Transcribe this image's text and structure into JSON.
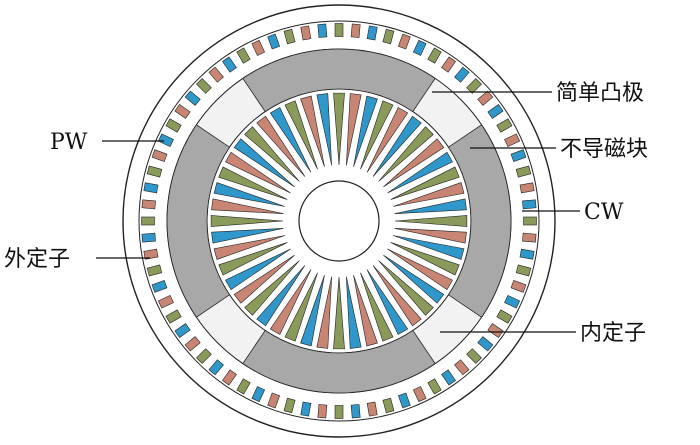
{
  "labels": {
    "simple_pole": "简单凸极",
    "non_magnetic_block": "不导磁块",
    "cw": "CW",
    "inner_stator": "内定子",
    "pw": "PW",
    "outer_stator": "外定子"
  },
  "colors": {
    "pw_coil": "#8a9a5b",
    "cw_coil": "#c98573",
    "blue_coil": "#2f97c9",
    "rotor_iron": "#a8a8a8",
    "non_magnetic": "#f2f2f2",
    "outline": "#222222",
    "background": "#ffffff"
  },
  "structure": {
    "outer_slots": 72,
    "inner_slots": 48,
    "rotor_segments": 4,
    "non_magnetic_blocks": 4
  }
}
